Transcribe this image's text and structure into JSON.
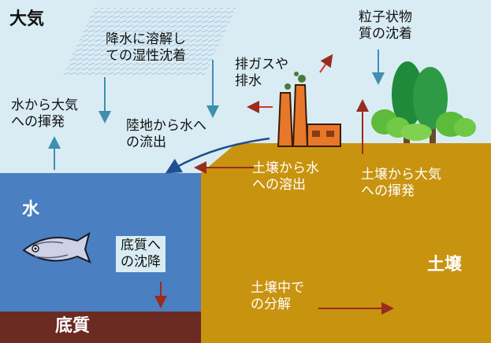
{
  "regions": {
    "atmosphere": "大気",
    "water": "水",
    "sediment": "底質",
    "soil": "土壌"
  },
  "processes": {
    "wet_deposition": "降水に溶解し\nての湿性沈着",
    "emission": "排ガスや\n排水",
    "particulate_deposition": "粒子状物\n質の沈着",
    "water_to_air": "水から大気\nへの揮発",
    "runoff": "陸地から水へ\nの流出",
    "soil_to_water": "土壌から水\nへの溶出",
    "soil_to_air": "土壌から大気\nへの揮発",
    "sedimentation": "底質へ\nの沈降",
    "degradation": "土壌中で\nの分解"
  },
  "icons": [
    "factory-icon",
    "trees-icon",
    "fish-icon",
    "rain-icon"
  ],
  "colors": {
    "sky": "#d9ecf4",
    "water": "#4a7fc1",
    "soil": "#c8930f",
    "sediment": "#6b2a22",
    "blue_arrow": "#3f8fb0",
    "red_arrow": "#9a2b1f"
  }
}
